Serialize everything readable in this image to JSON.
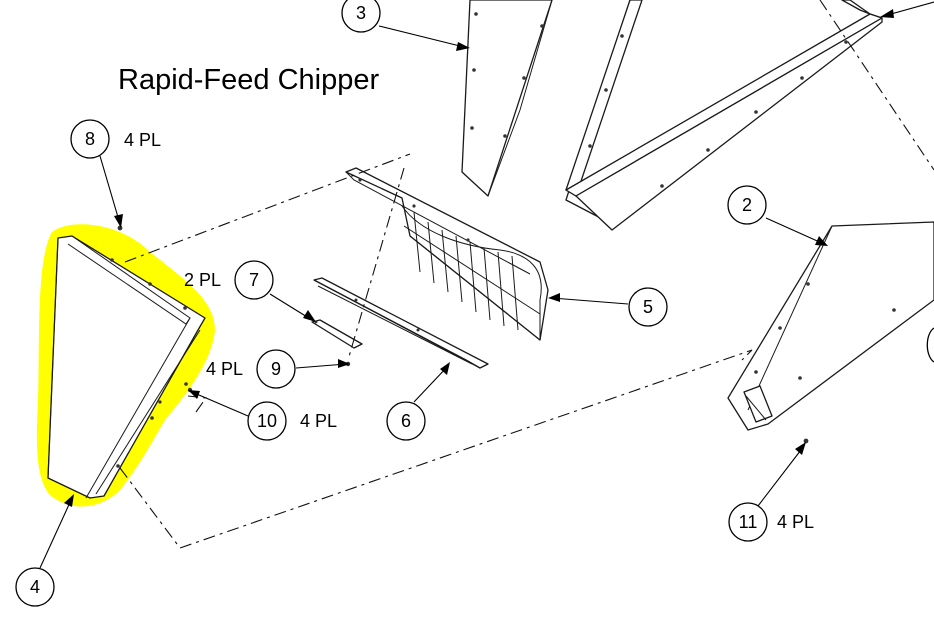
{
  "title": "Rapid-Feed Chipper",
  "highlight_color": "#ffff00",
  "callouts": [
    {
      "id": "3",
      "label": "3",
      "qty": ""
    },
    {
      "id": "8",
      "label": "8",
      "qty": "4 PL"
    },
    {
      "id": "7",
      "label": "7",
      "qty": "2 PL"
    },
    {
      "id": "2",
      "label": "2",
      "qty": ""
    },
    {
      "id": "5",
      "label": "5",
      "qty": ""
    },
    {
      "id": "9",
      "label": "9",
      "qty": "4 PL"
    },
    {
      "id": "10",
      "label": "10",
      "qty": "4 PL"
    },
    {
      "id": "6",
      "label": "6",
      "qty": ""
    },
    {
      "id": "11",
      "label": "11",
      "qty": "4 PL"
    },
    {
      "id": "4",
      "label": "4",
      "qty": ""
    }
  ]
}
